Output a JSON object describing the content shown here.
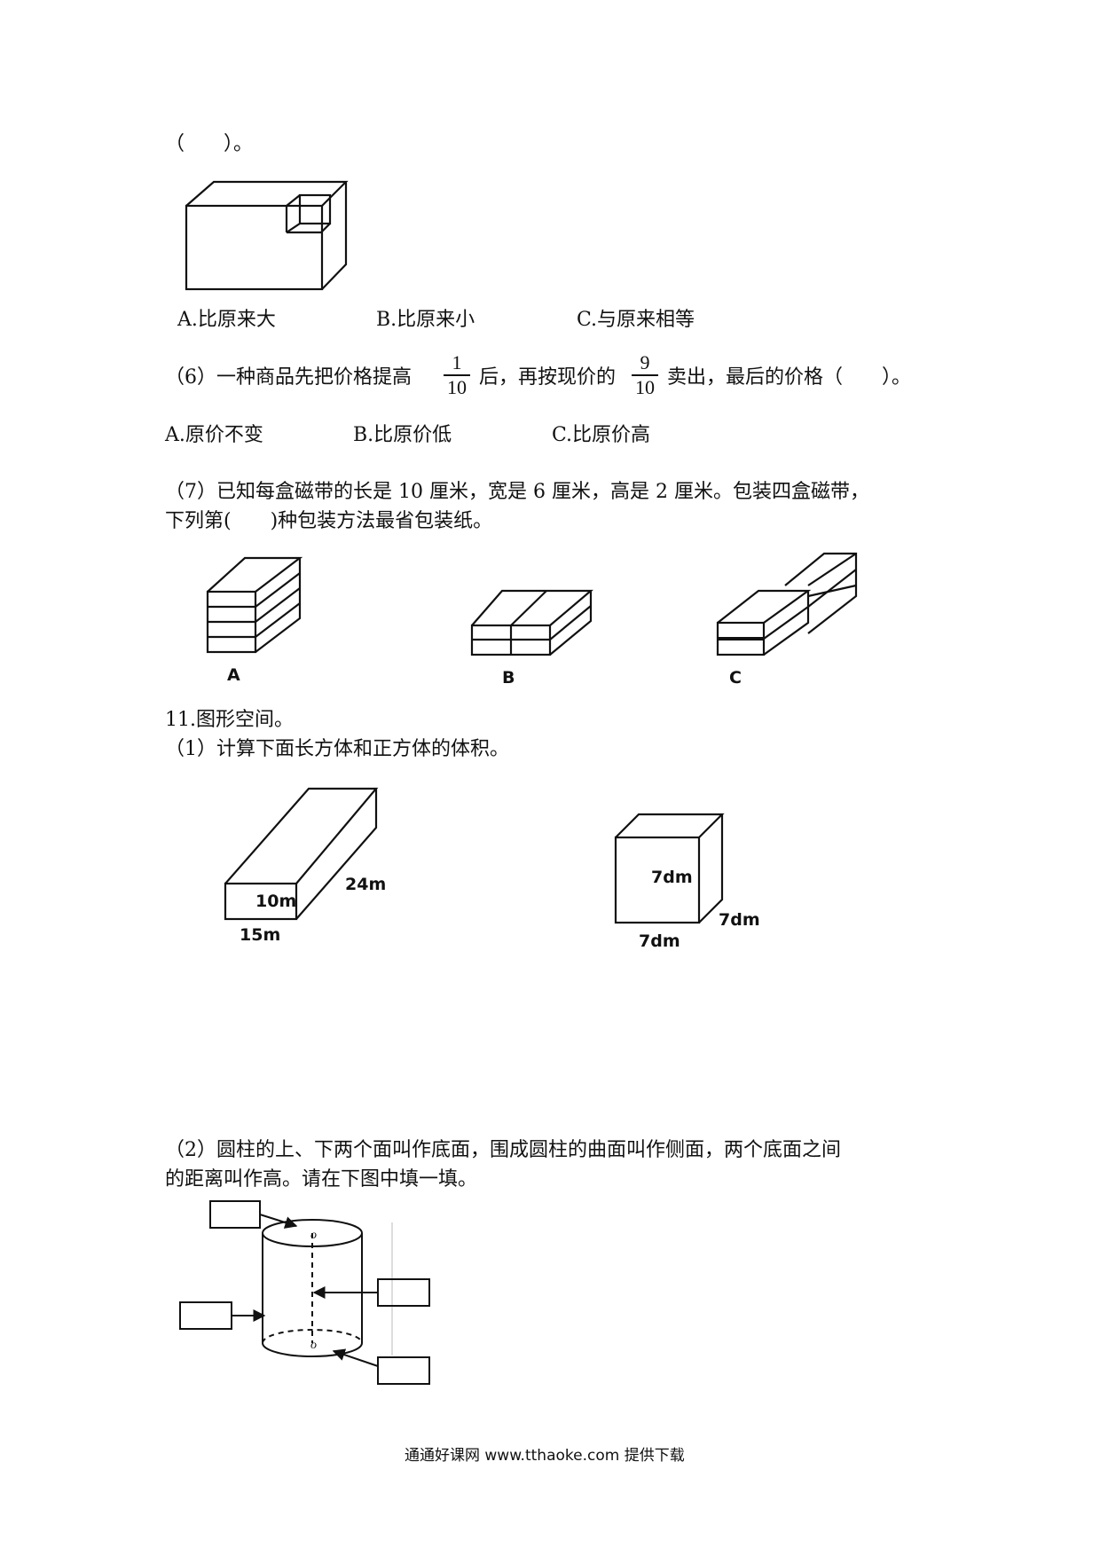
{
  "q5": {
    "blank": "（　　）。",
    "options": [
      "A.比原来大",
      "B.比原来小",
      "C.与原来相等"
    ]
  },
  "q6": {
    "text_a": "（6）一种商品先把价格提高",
    "frac1": {
      "num": "1",
      "den": "10"
    },
    "text_b": "后，再按现价的",
    "frac2": {
      "num": "9",
      "den": "10"
    },
    "text_c": "卖出，最后的价格（　　）。",
    "options": [
      "A.原价不变",
      "B.比原价低",
      "C.比原价高"
    ]
  },
  "q7": {
    "line1": "（7）已知每盒磁带的长是 10 厘米，宽是 6 厘米，高是 2 厘米。包装四盒磁带，",
    "line2": "下列第(　　)种包装方法最省包装纸。",
    "fig_labels": [
      "A",
      "B",
      "C"
    ]
  },
  "q11": {
    "title": "11.图形空间。",
    "sub1": "（1）计算下面长方体和正方体的体积。",
    "cuboid": {
      "height": "10m",
      "length": "15m",
      "width": "24m"
    },
    "cube": {
      "height": "7dm",
      "length": "7dm",
      "width": "7dm"
    },
    "sub2_line1": "（2）圆柱的上、下两个面叫作底面，围成圆柱的曲面叫作侧面，两个底面之间",
    "sub2_line2": "的距离叫作高。请在下图中填一填。",
    "cyl_center": "o"
  },
  "footer": "通通好课网 www.tthaoke.com 提供下载"
}
